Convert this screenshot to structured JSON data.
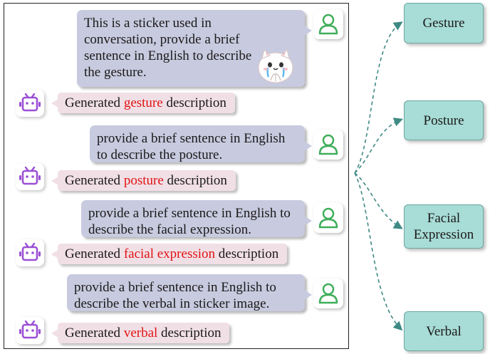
{
  "messages": {
    "user1": "This is a sticker used in conversation, provide a brief sentence in English to describe the gesture.",
    "user2": "provide a brief sentence in English to describe the posture.",
    "user3": "provide a brief sentence in English to describe the facial expression.",
    "user4": "provide a brief sentence in English to describe the verbal in sticker image."
  },
  "bot": {
    "prefix": "Generated ",
    "suffix": " description",
    "gesture": "gesture",
    "posture": "posture",
    "facial": "facial expression",
    "verbal": "verbal"
  },
  "categories": {
    "gesture": "Gesture",
    "posture": "Posture",
    "facial_line1": "Facial",
    "facial_line2": "Expression",
    "verbal": "Verbal"
  },
  "colors": {
    "user_bubble": "#c8cadf",
    "bot_bubble": "#f1dfe6",
    "highlight": "#e01414",
    "category_box": "#a8dcd6",
    "arrow": "#3f8a84",
    "bot_icon": "#9b4fd6",
    "user_icon": "#3fae5a"
  },
  "icons": {
    "user": "person-outline-icon",
    "bot": "robot-tv-icon",
    "sticker": "crying-cat-sticker"
  }
}
